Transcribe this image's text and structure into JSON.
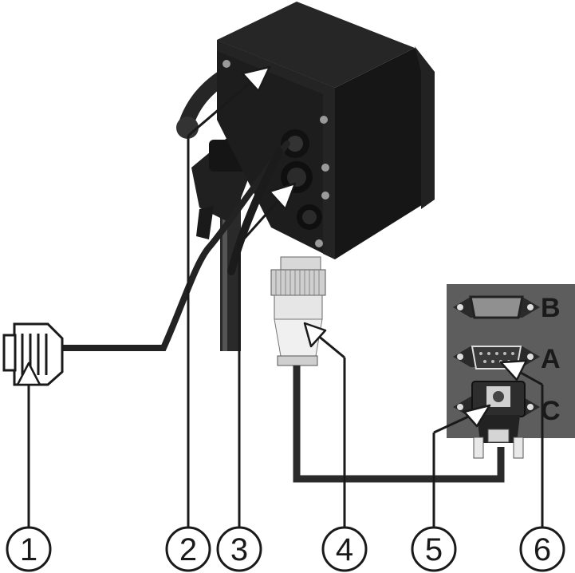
{
  "callouts": [
    {
      "number": "1"
    },
    {
      "number": "2"
    },
    {
      "number": "3"
    },
    {
      "number": "4"
    },
    {
      "number": "5"
    },
    {
      "number": "6"
    }
  ],
  "port_panel": {
    "ports": [
      {
        "letter": "B"
      },
      {
        "letter": "A"
      },
      {
        "letter": "C"
      }
    ]
  },
  "colors": {
    "housing": "#1c1c1c",
    "panel": "#5d5d5d",
    "cable": "#222222",
    "arrow": "#ffffff",
    "outline": "#1a1a1a"
  },
  "icons": [
    "terminal-housing",
    "mounting-bracket",
    "rs232-plug",
    "signal-socket-plug",
    "sub-d-connector"
  ]
}
